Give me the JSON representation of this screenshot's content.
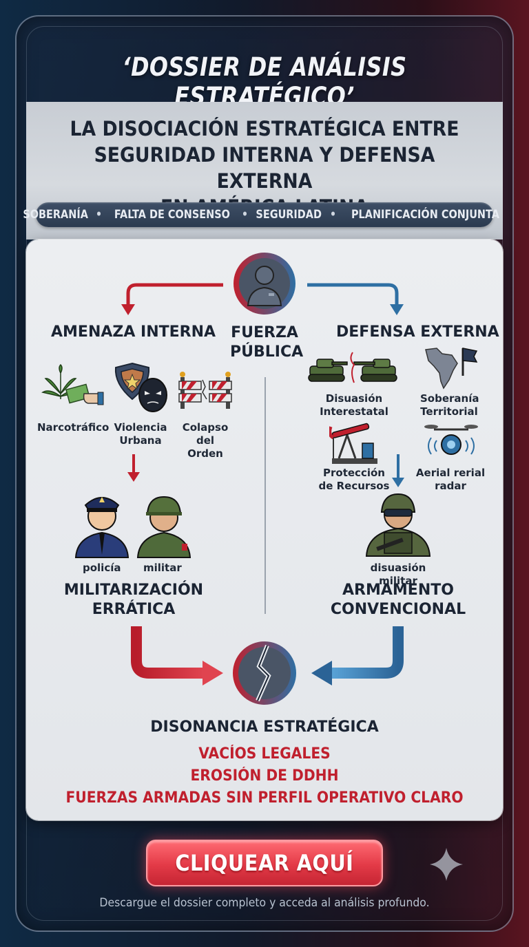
{
  "header": {
    "title": "‘DOSSIER DE ANÁLISIS ESTRATÉGICO’",
    "subtitle_lines": [
      "LA DISOCIACIÓN ESTRATÉGICA ENTRE",
      "SEGURIDAD INTERNA Y DEFENSA EXTERNA",
      "EN AMÉRICA LATINA"
    ],
    "tags": [
      "SOBERANÍA",
      "FALTA DE CONSENSO",
      "SEGURIDAD",
      "PLANIFICACIÓN CONJUNTA"
    ],
    "tag_separator": "•"
  },
  "diagram": {
    "center_label_lines": [
      "FUERZA",
      "PÚBLICA"
    ],
    "left": {
      "heading": "AMENAZA INTERNA",
      "items": [
        {
          "label_lines": [
            "Narcotráfico"
          ],
          "icon": "cannabis-money-icon"
        },
        {
          "label_lines": [
            "Violencia",
            "Urbana"
          ],
          "icon": "badge-mask-icon"
        },
        {
          "label_lines": [
            "Colapso",
            "del Orden"
          ],
          "icon": "broken-barrier-icon"
        }
      ],
      "figures": [
        "policía",
        "militar"
      ],
      "result_lines": [
        "MILITARIZACIÓN",
        "ERRÁTICA"
      ]
    },
    "right": {
      "heading": "DEFENSA EXTERNA",
      "items": [
        {
          "label_lines": [
            "Disuasión",
            "Interestatal"
          ],
          "icon": "tanks-icon"
        },
        {
          "label_lines": [
            "Soberanía",
            "Territorial"
          ],
          "icon": "map-flag-icon"
        },
        {
          "label_lines": [
            "Protección",
            "de Recursos"
          ],
          "icon": "oil-pump-icon"
        },
        {
          "label_lines": [
            "Aerial rerial",
            "radar"
          ],
          "icon": "drone-radar-icon"
        }
      ],
      "figure": "disuasión militar",
      "result_lines": [
        "ARMAMENTO",
        "CONVENCIONAL"
      ]
    },
    "outcome": {
      "title": "DISONANCIA ESTRATÉGICA",
      "items": [
        "VACÍOS LEGALES",
        "EROSIÓN DE DDHH",
        "FUERZAS ARMADAS SIN PERFIL OPERATIVO CLARO"
      ]
    }
  },
  "cta": {
    "label": "CLIQUEAR AQUÍ"
  },
  "footer": {
    "text": "Descargue el dossier completo y acceda al análisis profundo."
  },
  "colors": {
    "red": "#c0202e",
    "blue": "#2e6fa3",
    "dark": "#1b2433"
  }
}
